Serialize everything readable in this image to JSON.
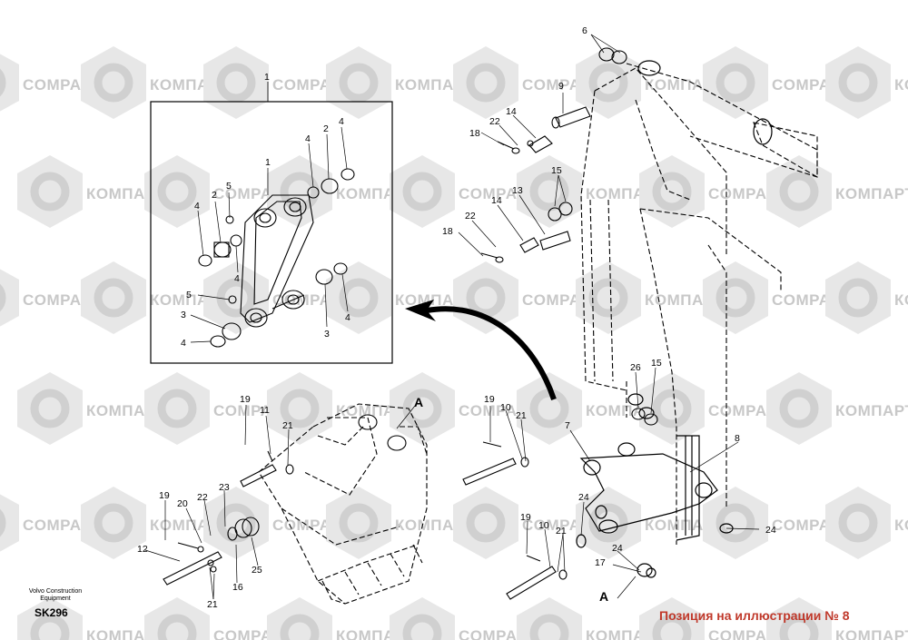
{
  "watermark": {
    "latin": "COMPART",
    "cyrillic": "КОМПАРТ",
    "color": "#c8c8c8"
  },
  "caption": "Позиция на иллюстрации № 8",
  "footer": {
    "line1": "Volvo Construction",
    "line2": "Equipment",
    "code": "SK296"
  },
  "view_marker": "A",
  "detail_box": {
    "title_number": "1",
    "labels": [
      "1",
      "2",
      "3",
      "4",
      "5"
    ]
  },
  "part_numbers": [
    "1",
    "2",
    "3",
    "4",
    "5",
    "6",
    "7",
    "8",
    "9",
    "10",
    "11",
    "12",
    "13",
    "14",
    "15",
    "16",
    "17",
    "18",
    "19",
    "20",
    "21",
    "22",
    "23",
    "24",
    "25",
    "26"
  ],
  "colors": {
    "caption": "#c0392b",
    "line": "#000000",
    "watermark": "#c8c8c8"
  }
}
